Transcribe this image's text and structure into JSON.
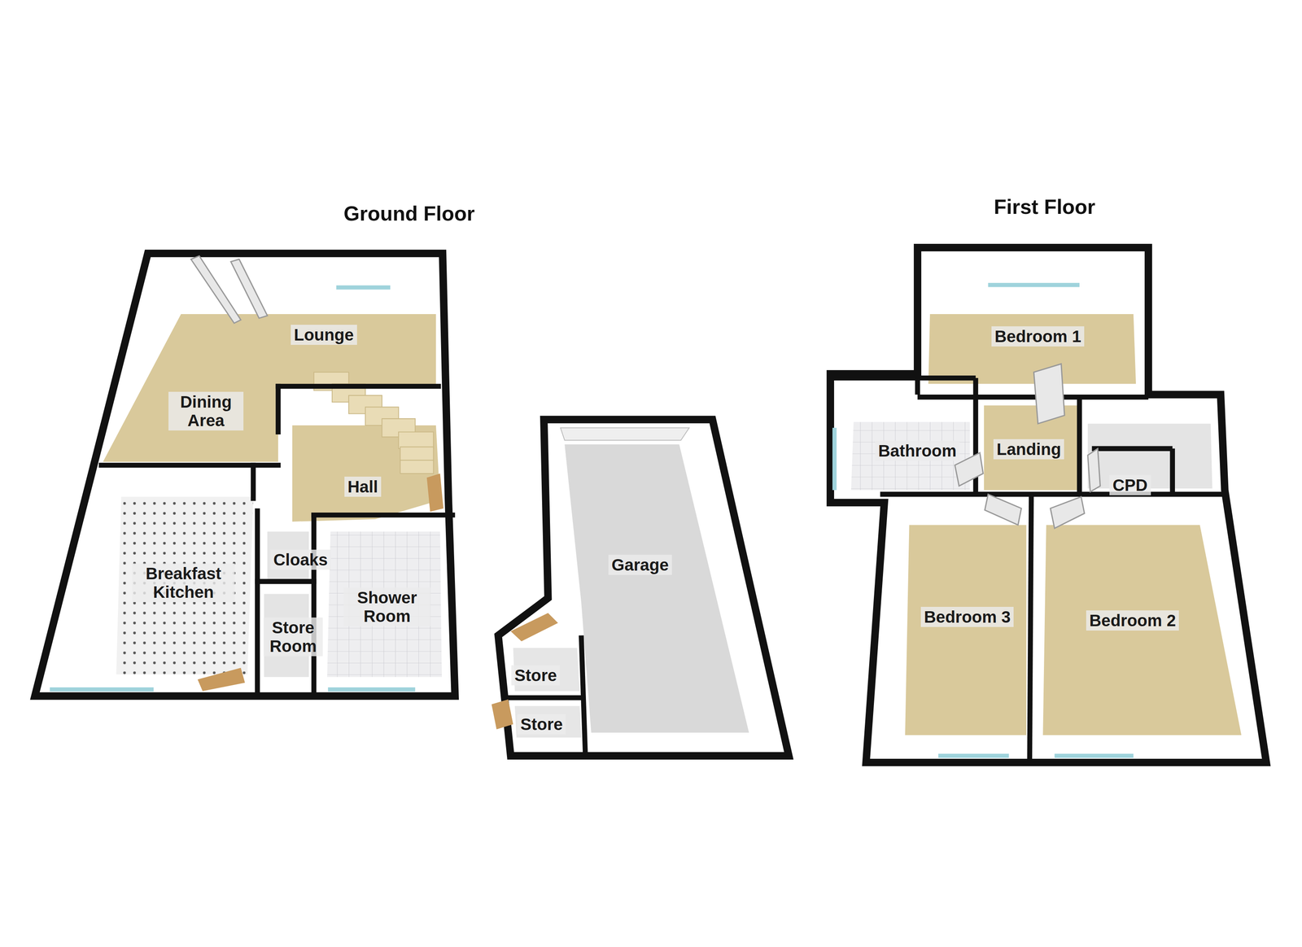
{
  "diagram": {
    "nodes": [
      {
        "text": [
          "Lounge"
        ]
      },
      {
        "text": [
          "Dining Area"
        ]
      },
      {
        "text": [
          "Hall"
        ]
      },
      {
        "text": [
          "Breakfast Kitchen"
        ]
      },
      {
        "text": [
          "Cloaks"
        ]
      },
      {
        "text": [
          "Store Room"
        ]
      },
      {
        "text": [
          "Shower Room"
        ]
      },
      {
        "text": [
          "Garage"
        ]
      },
      {
        "text": [
          "Store"
        ]
      },
      {
        "text": [
          "Store"
        ]
      },
      {
        "text": [
          "Bedroom 1"
        ]
      },
      {
        "text": [
          "Bathroom"
        ]
      },
      {
        "text": [
          "Landing"
        ]
      },
      {
        "text": [
          "CPD"
        ]
      },
      {
        "text": [
          "Bedroom 3"
        ]
      },
      {
        "text": [
          "Bedroom 2"
        ]
      }
    ],
    "labels": [
      "Ground Floor",
      "First Floor"
    ]
  }
}
